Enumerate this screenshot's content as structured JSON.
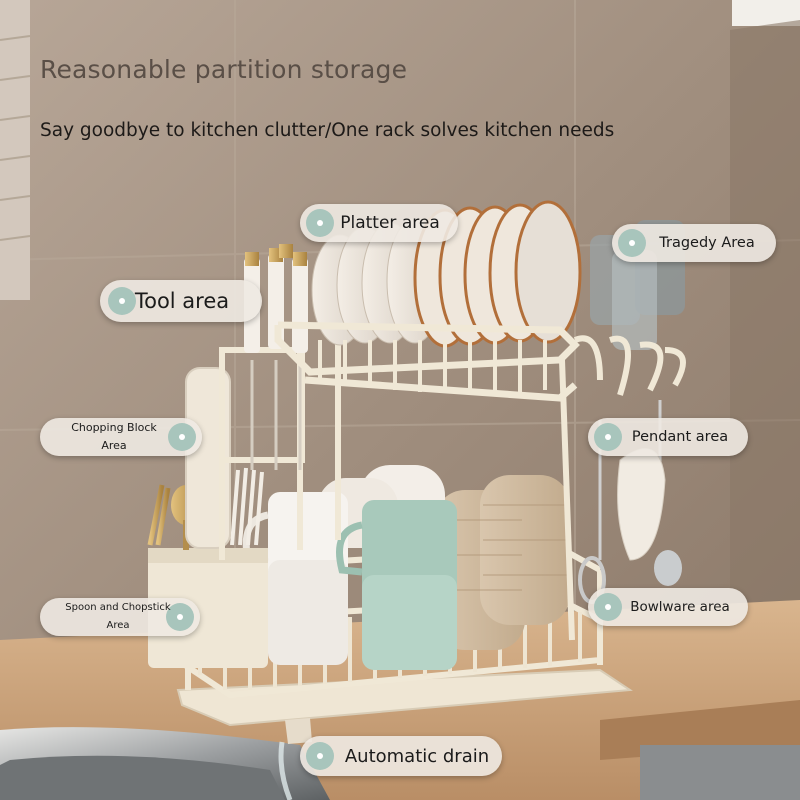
{
  "header": {
    "title": "Reasonable partition storage",
    "subtitle": "Say goodbye to kitchen clutter/One rack solves kitchen needs"
  },
  "labels": {
    "platter": "Platter area",
    "tragedy": "Tragedy Area",
    "tool": "Tool area",
    "chopping_block": "Chopping Block\nArea",
    "pendant": "Pendant area",
    "spoon_chopstick": "Spoon and Chopstick\nArea",
    "bowlware": "Bowlware area",
    "drain": "Automatic drain"
  },
  "colors": {
    "wall": "#9e8c7d",
    "countertop": "#c9a27a",
    "rack": "#efe6d4",
    "pill": "#eee9e2",
    "accent": "#a8c5bc"
  }
}
